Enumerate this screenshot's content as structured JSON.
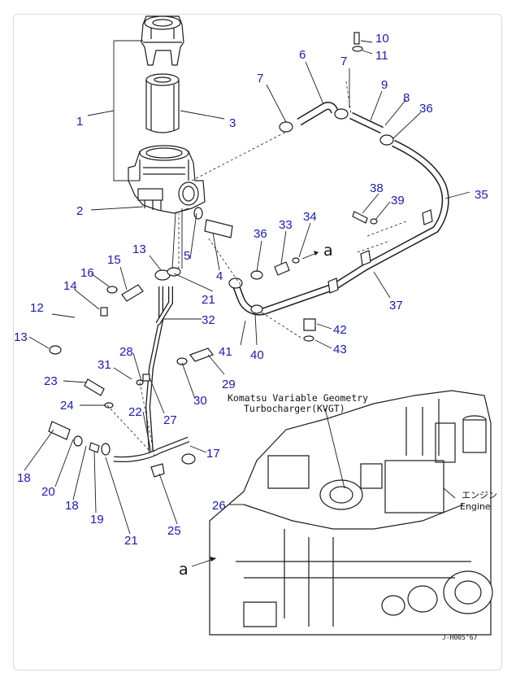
{
  "labels": [
    {
      "id": "p1",
      "text": "1"
    },
    {
      "id": "p2",
      "text": "2"
    },
    {
      "id": "p3",
      "text": "3"
    },
    {
      "id": "p4",
      "text": "4"
    },
    {
      "id": "p5",
      "text": "5"
    },
    {
      "id": "p6",
      "text": "6"
    },
    {
      "id": "p7a",
      "text": "7"
    },
    {
      "id": "p7b",
      "text": "7"
    },
    {
      "id": "p8",
      "text": "8"
    },
    {
      "id": "p9",
      "text": "9"
    },
    {
      "id": "p10",
      "text": "10"
    },
    {
      "id": "p11",
      "text": "11"
    },
    {
      "id": "p12",
      "text": "12"
    },
    {
      "id": "p13a",
      "text": "13"
    },
    {
      "id": "p13b",
      "text": "13"
    },
    {
      "id": "p14",
      "text": "14"
    },
    {
      "id": "p15",
      "text": "15"
    },
    {
      "id": "p16",
      "text": "16"
    },
    {
      "id": "p17",
      "text": "17"
    },
    {
      "id": "p18a",
      "text": "18"
    },
    {
      "id": "p18b",
      "text": "18"
    },
    {
      "id": "p19",
      "text": "19"
    },
    {
      "id": "p20",
      "text": "20"
    },
    {
      "id": "p21a",
      "text": "21"
    },
    {
      "id": "p21b",
      "text": "21"
    },
    {
      "id": "p22",
      "text": "22"
    },
    {
      "id": "p23",
      "text": "23"
    },
    {
      "id": "p24",
      "text": "24"
    },
    {
      "id": "p25",
      "text": "25"
    },
    {
      "id": "p26",
      "text": "26"
    },
    {
      "id": "p27",
      "text": "27"
    },
    {
      "id": "p28",
      "text": "28"
    },
    {
      "id": "p29",
      "text": "29"
    },
    {
      "id": "p30",
      "text": "30"
    },
    {
      "id": "p31",
      "text": "31"
    },
    {
      "id": "p32",
      "text": "32"
    },
    {
      "id": "p33",
      "text": "33"
    },
    {
      "id": "p34",
      "text": "34"
    },
    {
      "id": "p35",
      "text": "35"
    },
    {
      "id": "p36a",
      "text": "36"
    },
    {
      "id": "p36b",
      "text": "36"
    },
    {
      "id": "p37",
      "text": "37"
    },
    {
      "id": "p38",
      "text": "38"
    },
    {
      "id": "p39",
      "text": "39"
    },
    {
      "id": "p40",
      "text": "40"
    },
    {
      "id": "p41",
      "text": "41"
    },
    {
      "id": "p42",
      "text": "42"
    },
    {
      "id": "p43",
      "text": "43"
    }
  ],
  "callouts": {
    "kvgt_line1": "Komatsu Variable Geometry",
    "kvgt_line2": "Turbocharger(KVGT)",
    "engine_jp": "エンジン",
    "engine_en": "Engine",
    "ref_a_top": "a",
    "ref_a_bottom": "a",
    "drawing_id": "J-H005’67"
  }
}
